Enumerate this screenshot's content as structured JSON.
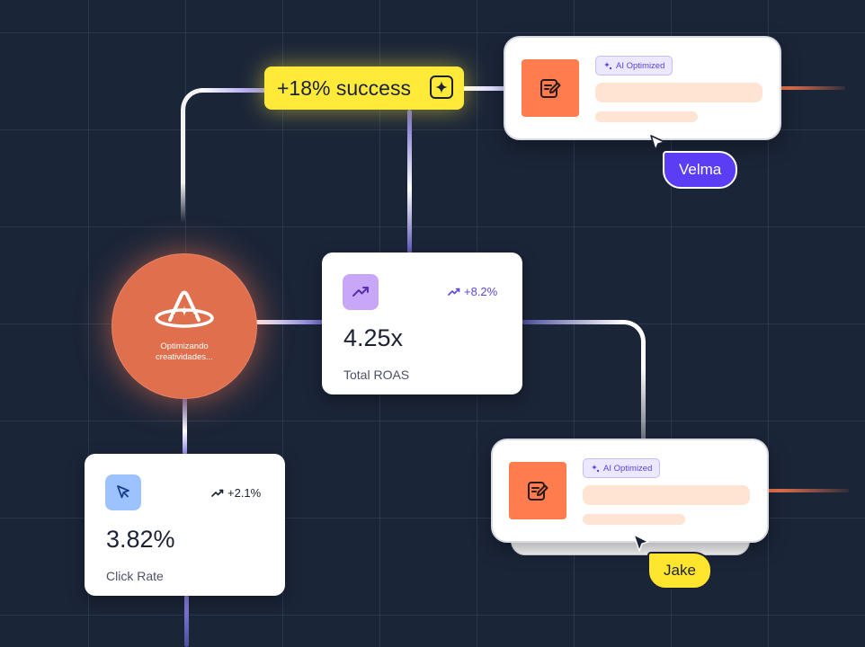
{
  "success_pill": {
    "label": "+18% success",
    "icon": "sparkle-icon",
    "color": "#ffea3a"
  },
  "hub": {
    "label": "Optimizando creatividades...",
    "icon": "brand-a-logo-icon",
    "color": "#e0704f"
  },
  "roas_card": {
    "trend": "+8.2%",
    "value": "4.25x",
    "label": "Total ROAS",
    "icon": "trending-up-icon",
    "icon_bg": "#c8a6f8"
  },
  "click_card": {
    "trend": "+2.1%",
    "value": "3.82%",
    "label": "Click Rate",
    "icon": "cursor-icon",
    "icon_bg": "#9cc3ff"
  },
  "ai_cards": [
    {
      "badge": "AI Optimized",
      "icon": "edit-document-icon"
    },
    {
      "badge": "AI Optimized",
      "icon": "edit-document-icon"
    }
  ],
  "cursors": [
    {
      "name": "Velma",
      "color": "#5b3df5",
      "text_color": "#ffffff"
    },
    {
      "name": "Jake",
      "color": "#ffe52e",
      "text_color": "#1c2236"
    }
  ],
  "colors": {
    "background": "#1b2538",
    "wire_glow": "#a99cff",
    "accent_orange": "#ff7c4f"
  }
}
